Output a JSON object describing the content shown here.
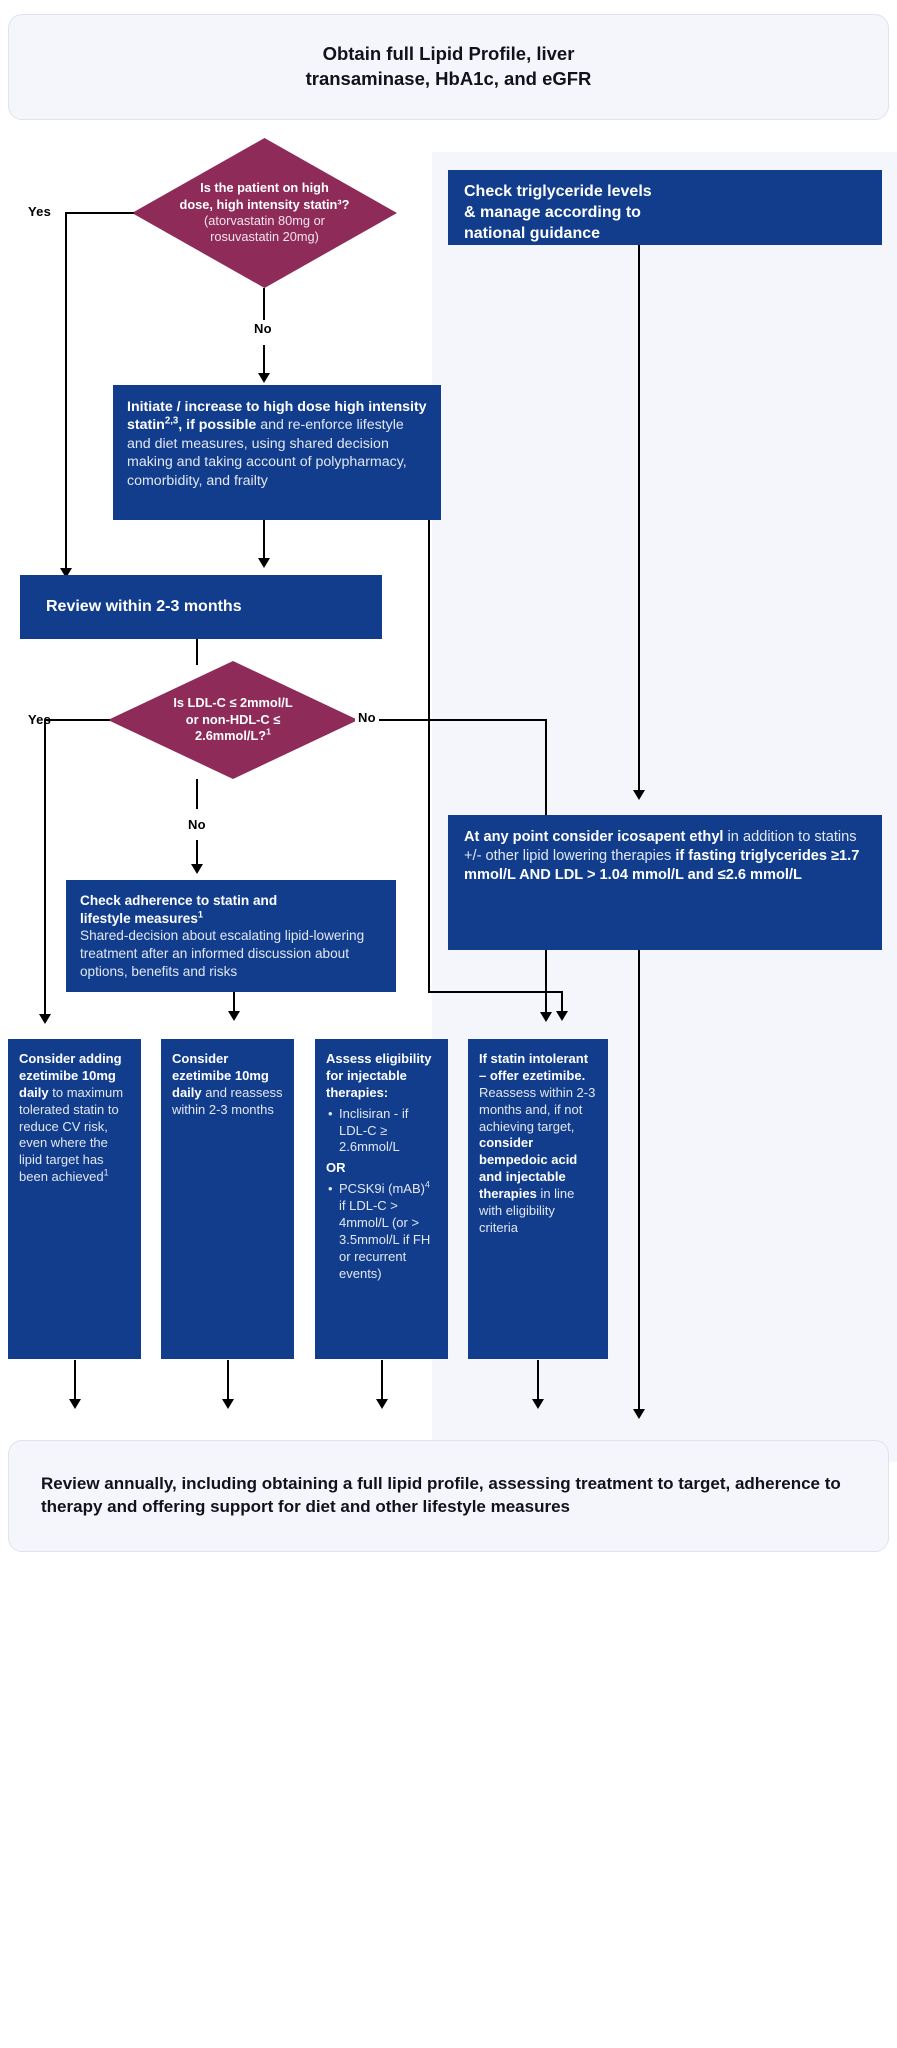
{
  "title": "Lipid management treatment pathway flowchart",
  "colors": {
    "blue_box": "#113d8c",
    "maroon_diamond": "#8e2b58",
    "panel_bg": "#f4f6fb",
    "banner_bg": "#f4f6fb",
    "banner_border": "#dfe3ec",
    "line": "#000000",
    "white_text": "#ffffff",
    "light_text": "#e2e7f2"
  },
  "nodes": {
    "start_banner": {
      "line1": "Obtain full Lipid Profile, liver",
      "line2": "transaminase, HbA1c, and eGFR"
    },
    "diamond_statin": {
      "bold_line1": "Is the patient on high",
      "bold_line2": "dose, high intensity statin³?",
      "normal_line1": "(atorvastatin 80mg or",
      "normal_line2": "rosuvastatin 20mg)"
    },
    "triglyceride_box": {
      "line1": "Check triglyceride levels",
      "line2": "& manage according to",
      "line3": "national guidance"
    },
    "initiate_statin_box": {
      "bold_part_a": "Initiate / increase to high dose high",
      "bold_part_b": "intensity statin",
      "bold_sup": "2,3",
      "bold_part_c": ", if possible",
      "normal_part": " and re-enforce lifestyle and diet measures, using shared decision making and taking account of polypharmacy, comorbidity, and frailty"
    },
    "review_box": {
      "text": "Review within 2-3 months"
    },
    "diamond_ldl": {
      "line1": "Is LDL-C ≤ 2mmol/L",
      "line2": "or non-HDL-C ≤",
      "line3": "2.6mmol/L?",
      "sup": "1"
    },
    "adherence_box": {
      "bold_line1": "Check adherence to statin and",
      "bold_line2": "lifestyle measures",
      "bold_sup": "1",
      "normal_text": "Shared-decision about escalating lipid-lowering treatment after an informed discussion about options, benefits and risks"
    },
    "icosapent_box": {
      "bold_a": "At any point consider icosapent ethyl",
      "normal_a": " in addition to statins +/- other lipid lowering therapies ",
      "bold_b": "if fasting triglycerides ≥1.7 mmol/L AND LDL > 1.04 mmol/L and ≤2.6 mmol/L"
    },
    "outcome_1": {
      "bold_a": "Consider adding ezetimibe 10mg daily",
      "normal_a": " to maximum tolerated statin to reduce CV risk, even where the lipid target has been achieved",
      "sup": "1"
    },
    "outcome_2": {
      "bold_a": "Consider ezetimibe 10mg daily",
      "normal_a": " and reassess within 2-3 months"
    },
    "outcome_3": {
      "heading": "Assess eligibility for injectable therapies:",
      "bullet_1": "Inclisiran - if LDL-C ≥ 2.6mmol/L",
      "or_label": "OR",
      "bullet_2_a": "PCSK9i (mAB)",
      "bullet_2_sup": "4",
      "bullet_2_b": " if LDL-C > 4mmol/L (or > 3.5mmol/L if FH or recurrent events)"
    },
    "outcome_4": {
      "bold_a": "If statin intolerant – offer ezetimibe.",
      "normal_a": " Reassess within 2-3 months and, if not achieving target, ",
      "bold_b": "consider bempedoic acid and injectable therapies",
      "normal_b": " in line with eligibility criteria"
    },
    "end_banner": {
      "text": "Review annually, including obtaining a full lipid profile, assessing treatment to target, adherence to therapy and offering support for diet and other lifestyle measures"
    }
  },
  "edge_labels": {
    "statin_yes": "Yes",
    "statin_no": "No",
    "ldl_yes": "Yes",
    "ldl_no_right": "No",
    "ldl_no_down": "No"
  }
}
